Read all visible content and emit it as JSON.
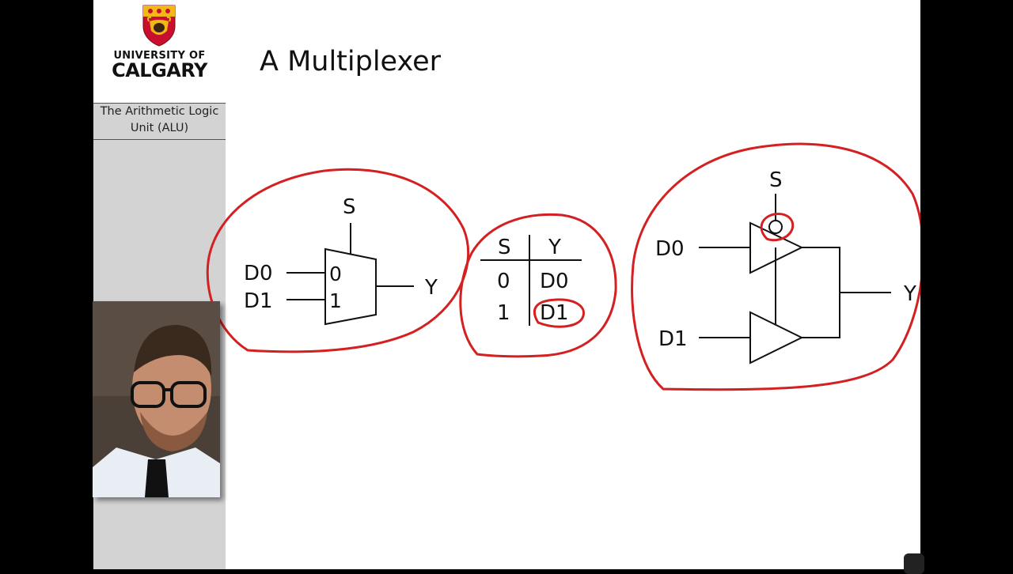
{
  "university": {
    "line1": "UNIVERSITY OF",
    "line2": "CALGARY"
  },
  "sidebar": {
    "section_line1": "The Arithmetic Logic",
    "section_line2": "Unit (ALU)"
  },
  "slide": {
    "title": "A Multiplexer"
  },
  "mux": {
    "select": "S",
    "input0": "D0",
    "input1": "D1",
    "port0": "0",
    "port1": "1",
    "output": "Y"
  },
  "truth_table": {
    "headers": [
      "S",
      "Y"
    ],
    "rows": [
      [
        "0",
        "D0"
      ],
      [
        "1",
        "D1"
      ]
    ]
  },
  "tristate": {
    "select": "S",
    "input0": "D0",
    "input1": "D1",
    "output": "Y"
  },
  "colors": {
    "annotation": "#d42020",
    "sidebar_bg": "#d3d3d3",
    "crest_red": "#c8102e",
    "crest_gold": "#f2b817"
  },
  "icons": [
    "university-crest-icon"
  ]
}
